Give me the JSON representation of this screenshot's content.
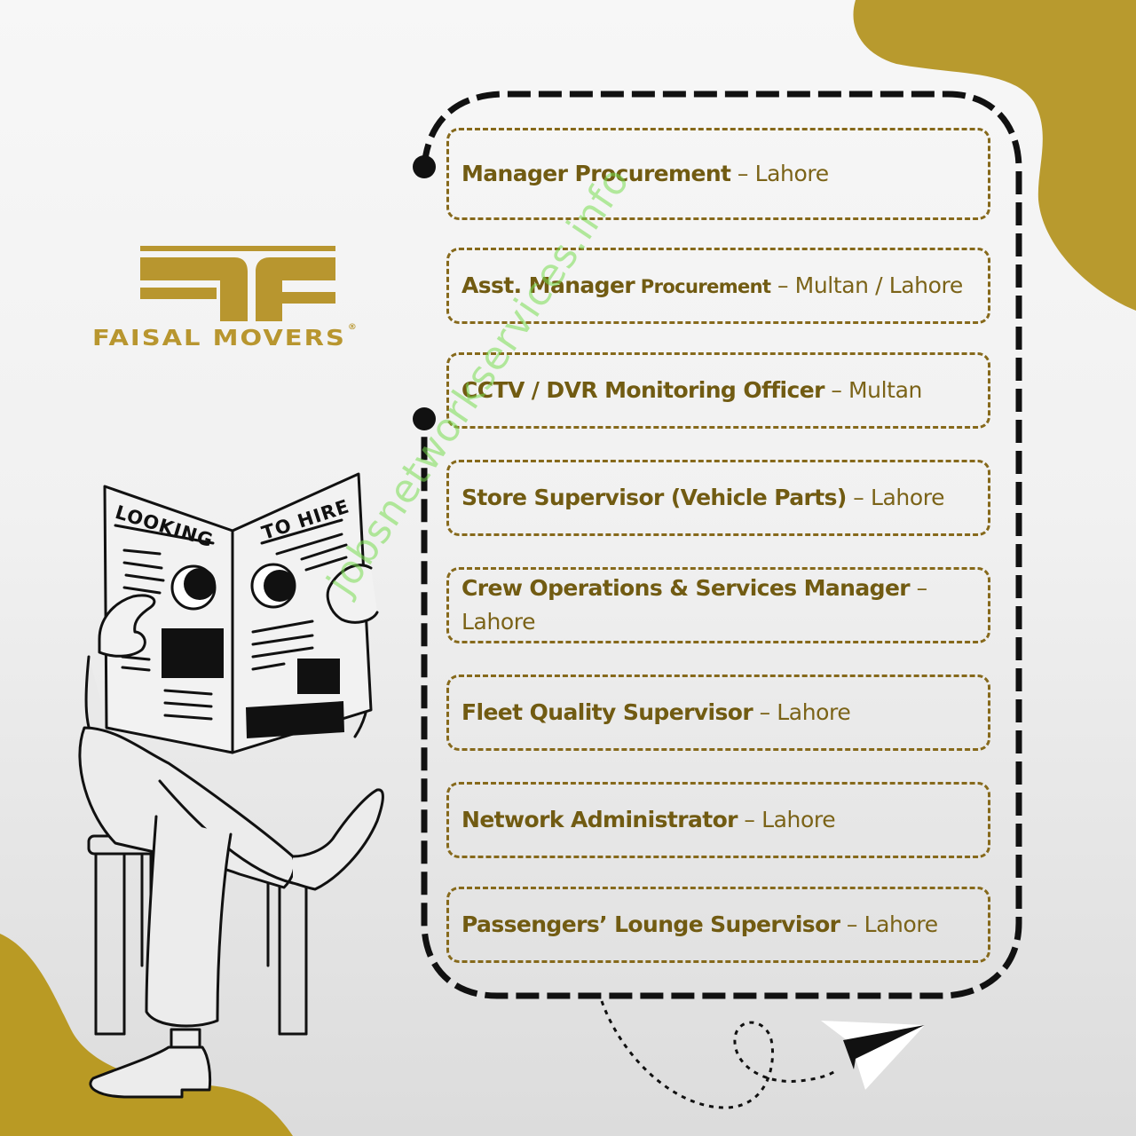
{
  "brand": {
    "name": "FAISAL MOVERS",
    "registered_mark": "®",
    "logo_icon": "ff-monogram-icon",
    "color_gold": "#b8962f"
  },
  "illustration": {
    "newspaper_left_headline": "LOOKING",
    "newspaper_right_headline": "TO HIRE",
    "figure": "man-reading-newspaper-on-stool",
    "paper_plane_icon": "paper-plane-icon"
  },
  "jobs": [
    {
      "title": "Manager Procurement",
      "title_suffix": "",
      "separator": " – ",
      "location": "Lahore"
    },
    {
      "title": "Asst. Manager",
      "title_suffix": " Procurement",
      "separator": " – ",
      "location": "Multan / Lahore"
    },
    {
      "title": "CCTV / DVR Monitoring Officer",
      "title_suffix": "",
      "separator": " – ",
      "location": "Multan"
    },
    {
      "title": "Store Supervisor (Vehicle Parts)",
      "title_suffix": "",
      "separator": " – ",
      "location": "Lahore"
    },
    {
      "title": "Crew Operations & Services Manager",
      "title_suffix": "",
      "separator": " –",
      "location": "Lahore"
    },
    {
      "title": "Fleet Quality Supervisor",
      "title_suffix": "",
      "separator": " – ",
      "location": "Lahore"
    },
    {
      "title": "Network Administrator",
      "title_suffix": "",
      "separator": " – ",
      "location": "Lahore"
    },
    {
      "title": "Passengers’ Lounge Supervisor",
      "title_suffix": "",
      "separator": " – ",
      "location": "Lahore"
    }
  ],
  "watermark": "jobsnetworkservices.info",
  "colors": {
    "accent_gold": "#b89a2e",
    "job_text": "#715b12",
    "job_border": "#86691b",
    "path": "#111111"
  }
}
